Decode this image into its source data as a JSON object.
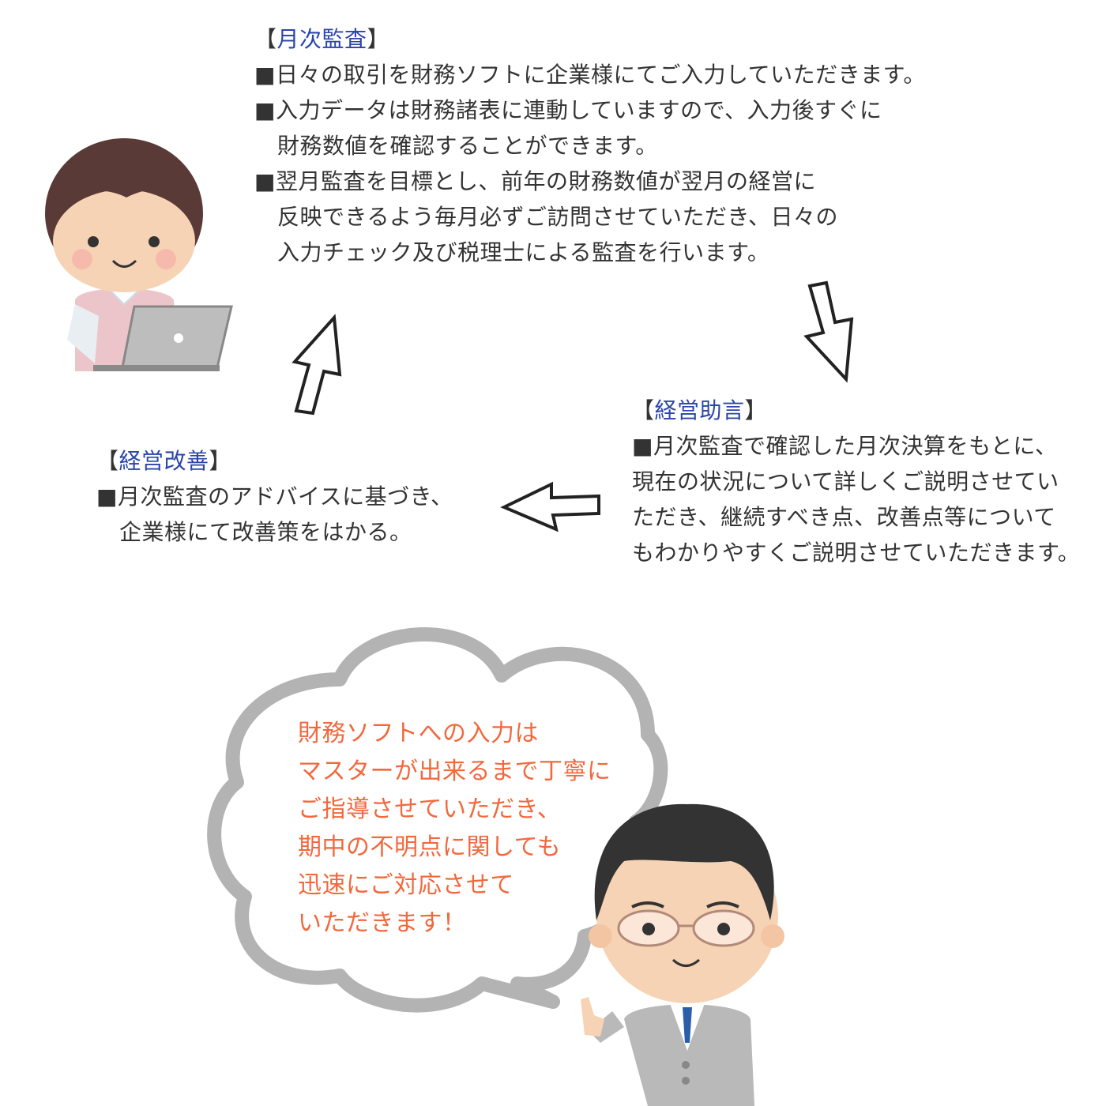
{
  "monthly_audit": {
    "heading": "月次監査",
    "lines": [
      "■日々の取引を財務ソフトに企業様にてご入力していただきます。",
      "■入力データは財務諸表に連動していますので、入力後すぐに",
      "財務数値を確認することができます。",
      "■翌月監査を目標とし、前年の財務数値が翌月の経営に",
      "反映できるよう毎月必ずご訪問させていただき、日々の",
      "入力チェック及び税理士による監査を行います。"
    ]
  },
  "management_advice": {
    "heading": "経営助言",
    "lines": [
      "■月次監査で確認した月次決算をもとに、",
      "現在の状況について詳しくご説明させてい",
      "ただき、継続すべき点、改善点等について",
      "もわかりやすくご説明させていただきます。"
    ]
  },
  "management_improvement": {
    "heading": "経営改善",
    "lines": [
      "■月次監査のアドバイスに基づき、",
      "企業様にて改善策をはかる。"
    ]
  },
  "speech_bubble": {
    "lines": [
      "財務ソフトへの入力は",
      "マスターが出来るまで丁寧に",
      "ご指導させていただき、",
      "期中の不明点に関しても",
      "迅速にご対応させて",
      "いただきます！"
    ]
  },
  "brackets": {
    "open": "【",
    "close": "】"
  },
  "colors": {
    "heading": "#2b45a8",
    "text": "#333333",
    "bubble_text": "#f2683c",
    "bubble_outline": "#b3b3b3"
  }
}
